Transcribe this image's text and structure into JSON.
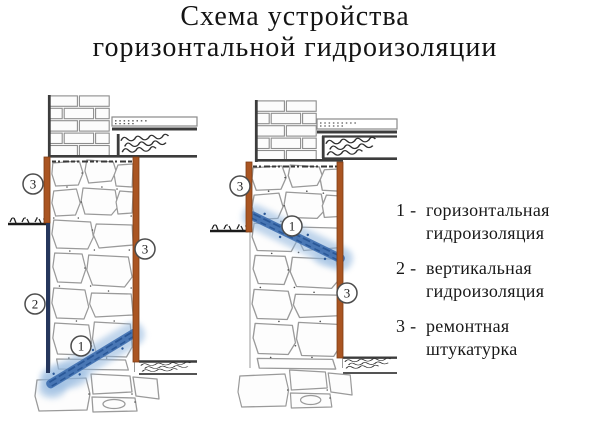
{
  "title": {
    "line1": "Схема устройства",
    "line2": "горизонтальной гидроизоляции"
  },
  "legend": {
    "items": [
      {
        "prefix": "1 -",
        "label": "горизонтальная\nгидроизоляция"
      },
      {
        "prefix": "2 -",
        "label": "вертикальная\nгидроизоляция"
      },
      {
        "prefix": "3 -",
        "label": "ремонтная\nштукатурка"
      }
    ]
  },
  "diagrams": {
    "left": {
      "callouts": [
        "3",
        "3",
        "2",
        "1"
      ]
    },
    "right": {
      "callouts": [
        "3",
        "1",
        "3"
      ]
    }
  },
  "colors": {
    "repair_plaster": "#aa5522",
    "injection_core": "#3f6fb0",
    "injection_halo": "#8db4dd",
    "vertical_waterproofing": "#25365c"
  }
}
